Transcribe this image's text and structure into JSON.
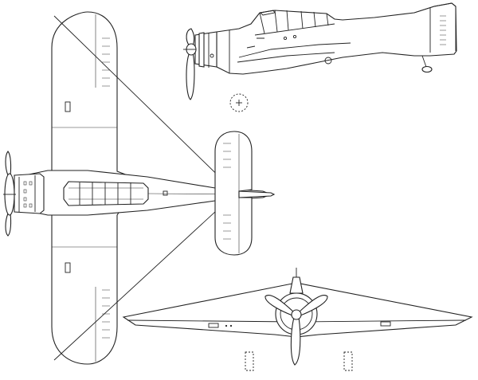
{
  "drawing": {
    "kind": "three-view line drawing",
    "colors": {
      "ink": "#222222",
      "background": "#ffffff"
    },
    "views": [
      {
        "id": "side-view"
      },
      {
        "id": "top-view"
      },
      {
        "id": "front-view"
      }
    ]
  }
}
